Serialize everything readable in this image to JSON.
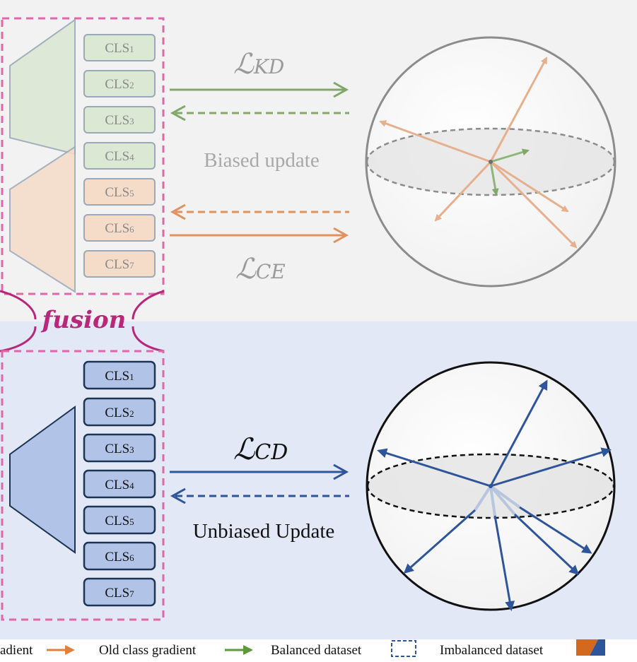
{
  "top_panel": {
    "heads": [
      {
        "main": "CLS",
        "sub": "1"
      },
      {
        "main": "CLS",
        "sub": "2"
      },
      {
        "main": "CLS",
        "sub": "3"
      },
      {
        "main": "CLS",
        "sub": "4"
      },
      {
        "main": "CLS",
        "sub": "5"
      },
      {
        "main": "CLS",
        "sub": "6"
      },
      {
        "main": "CLS",
        "sub": "7"
      }
    ],
    "loss_kd": {
      "symbol": "ℒ",
      "sub": "KD"
    },
    "loss_ce": {
      "symbol": "ℒ",
      "sub": "CE"
    },
    "update_label": "Biased update"
  },
  "fusion_label": "fusion",
  "bottom_panel": {
    "heads": [
      {
        "main": "CLS",
        "sub": "1"
      },
      {
        "main": "CLS",
        "sub": "2"
      },
      {
        "main": "CLS",
        "sub": "3"
      },
      {
        "main": "CLS",
        "sub": "4"
      },
      {
        "main": "CLS",
        "sub": "5"
      },
      {
        "main": "CLS",
        "sub": "6"
      },
      {
        "main": "CLS",
        "sub": "7"
      }
    ],
    "loss_cd": {
      "symbol": "ℒ",
      "sub": "CD"
    },
    "update_label": "Unbiased Update"
  },
  "legend": {
    "new_gradient": "adient",
    "old_gradient": "Old class gradient",
    "balanced": "Balanced dataset",
    "imbalanced": "Imbalanced dataset"
  },
  "colors": {
    "old_class": "#7fa86a",
    "new_class": "#e0925e",
    "unified": "#2e5599",
    "fusion_magenta": "#b8277a",
    "dashed_box": "#e068a8"
  }
}
